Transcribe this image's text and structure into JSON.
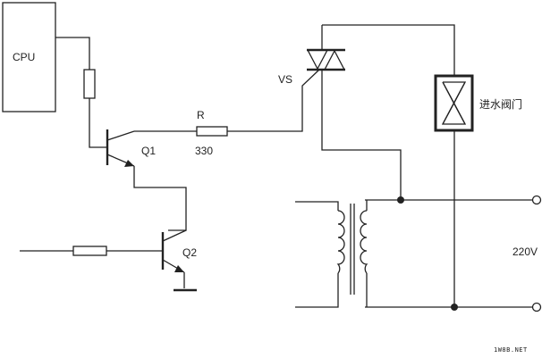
{
  "labels": {
    "cpu": "CPU",
    "r_label": "R",
    "r_value": "330",
    "q1": "Q1",
    "q2": "Q2",
    "vs": "VS",
    "valve": "进水阀门",
    "voltage": "220V",
    "watermark": "1W8B.NET"
  }
}
